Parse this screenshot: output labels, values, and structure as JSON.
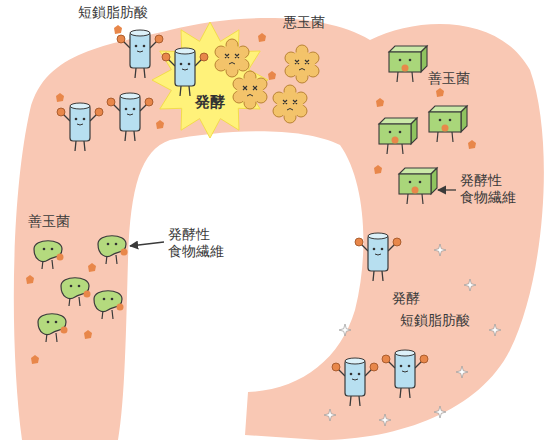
{
  "diagram": {
    "labels": [
      "短鎖脂肪酸",
      "悪玉菌",
      "発酵",
      "善玉菌",
      "発酵性 食物繊維",
      "善玉菌",
      "発酵性 食物繊維",
      "発酵",
      "短鎖脂肪酸"
    ]
  }
}
